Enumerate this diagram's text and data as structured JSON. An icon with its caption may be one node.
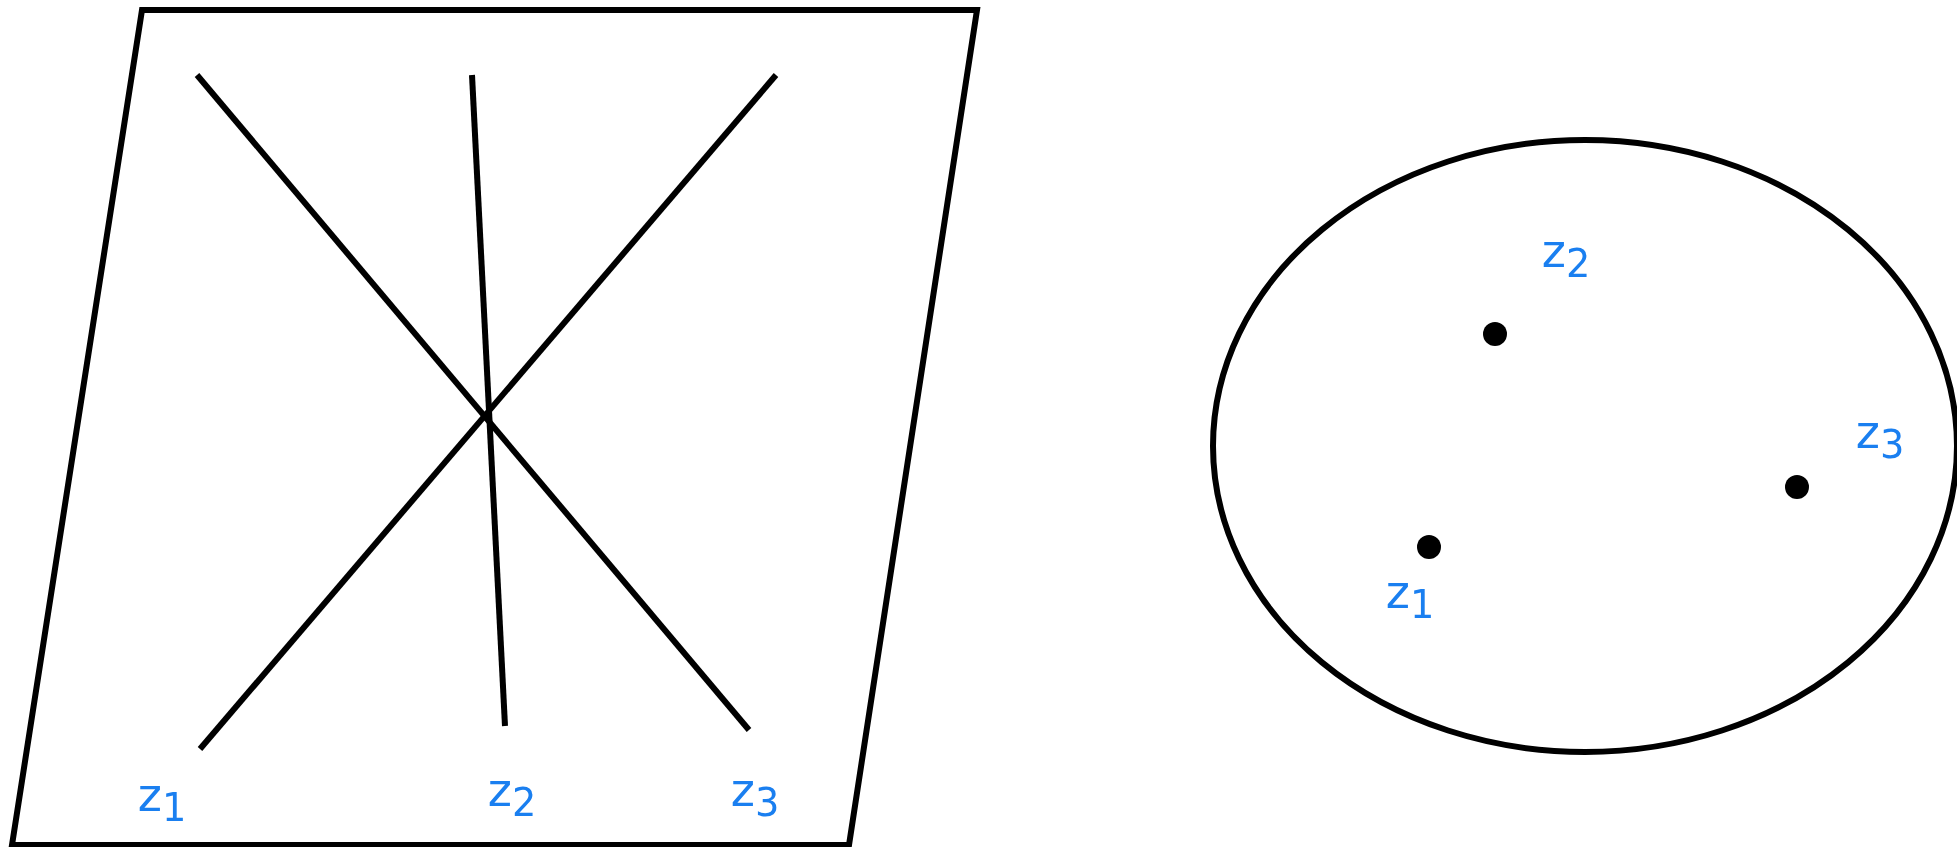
{
  "diagram": {
    "labels": [
      "z$_{1}$",
      "z$_{2}$",
      "z$_{3}$",
      "z$_{2}$",
      "z$_{3}$",
      "z$_{1}$"
    ]
  }
}
